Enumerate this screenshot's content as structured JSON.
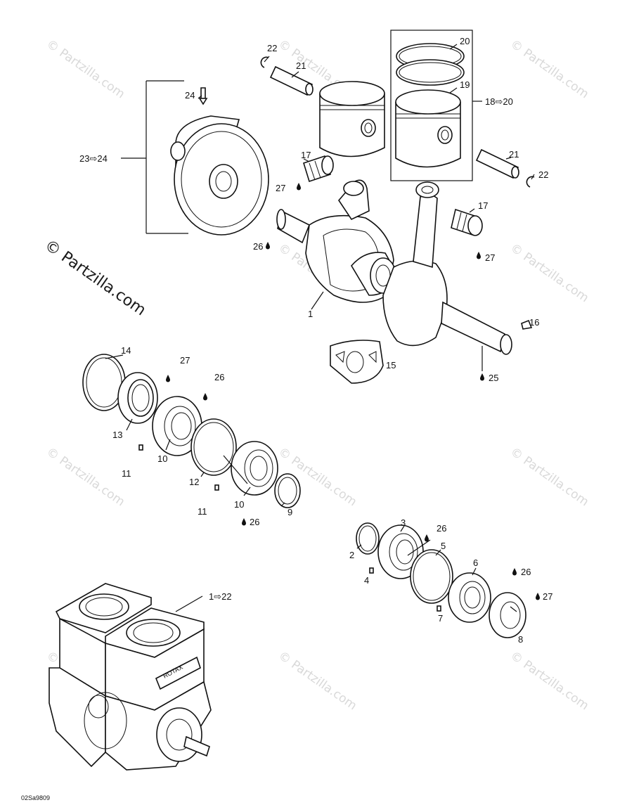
{
  "watermark": {
    "text": "© Partzilla.com",
    "main_text": "© Partzilla.com"
  },
  "drawing_code": "02Sa9809",
  "callouts": {
    "c22a": "22",
    "c21a": "21",
    "c20": "20",
    "c19": "19",
    "c18_20": "18⇨20",
    "c24": "24",
    "c23_24": "23⇨24",
    "c17a": "17",
    "c27a": "27",
    "c21b": "21",
    "c22b": "22",
    "c17b": "17",
    "c26a": "26",
    "c27b": "27",
    "c1": "1",
    "c16": "16",
    "c15": "15",
    "c25": "25",
    "c14": "14",
    "c27c": "27",
    "c26b": "26",
    "c13": "13",
    "c10a": "10",
    "c11a": "11",
    "c12": "12",
    "c11b": "11",
    "c10b": "10",
    "c26c": "26",
    "c9": "9",
    "c3": "3",
    "c26d": "26",
    "c2": "2",
    "c5": "5",
    "c4": "4",
    "c6": "6",
    "c26e": "26",
    "c1_22": "1⇨22",
    "c27d": "27",
    "c7": "7",
    "c8": "8"
  },
  "engine_badge": "ROTAX"
}
